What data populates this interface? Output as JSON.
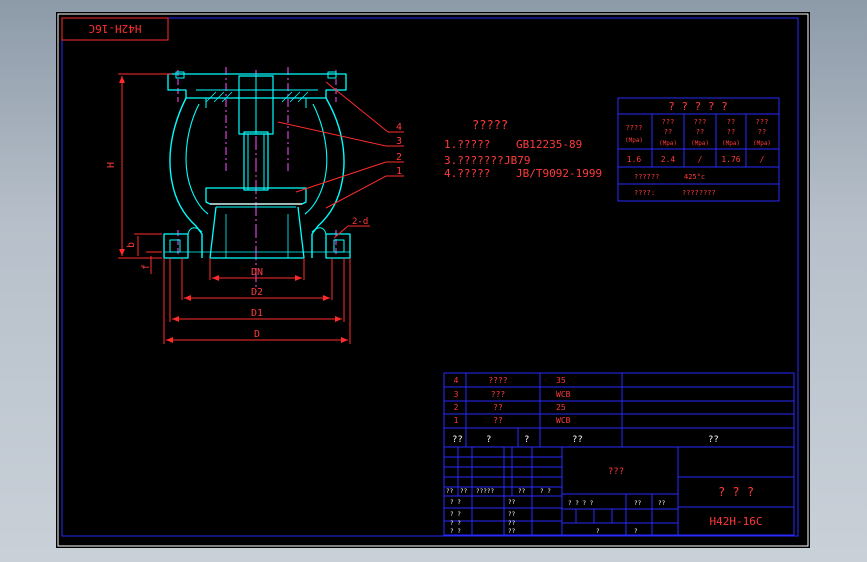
{
  "drawing": {
    "code_box": "H42H-16C",
    "notes": {
      "title": "?????",
      "lines": [
        {
          "num": "1.?????",
          "ref": "GB12235-89"
        },
        {
          "num": "3.???????",
          "ref": "JB79"
        },
        {
          "num": "4.?????",
          "ref": "JB/T9092-1999"
        }
      ]
    },
    "spec_table": {
      "title": "? ? ? ? ?",
      "headers": [
        {
          "l1": "????",
          "l2": "(Mpa)"
        },
        {
          "l1": "???",
          "l2": "??",
          "l3": "(Mpa)"
        },
        {
          "l1": "???",
          "l2": "??",
          "l3": "(Mpa)"
        },
        {
          "l1": "??",
          "l2": "??",
          "l3": "(Mpa)"
        },
        {
          "l1": "???",
          "l2": "??",
          "l3": "(Mpa)"
        }
      ],
      "values": [
        "1.6",
        "2.4",
        "/",
        "1.76",
        "/"
      ],
      "row1_label": "??????",
      "row1_value": "425°c",
      "row2_label": "????:",
      "row2_value": "????????"
    },
    "dims": {
      "H": "H",
      "b": "b",
      "f": "f",
      "DN": "DN",
      "D2": "D2",
      "D1": "D1",
      "D": "D",
      "holes": "2-d"
    },
    "leaders": [
      "4",
      "3",
      "2",
      "1"
    ],
    "parts": [
      {
        "no": "4",
        "name": "????",
        "material": "35"
      },
      {
        "no": "3",
        "name": "???",
        "material": "WCB"
      },
      {
        "no": "2",
        "name": "??",
        "material": "25"
      },
      {
        "no": "1",
        "name": "??",
        "material": "WCB"
      }
    ],
    "parts_header": {
      "no": "??",
      "name": "?",
      "qty": "?",
      "material": "??",
      "remark": "??"
    },
    "title_block": {
      "company": "???",
      "title": "? ? ?",
      "model": "H42H-16C",
      "row_a": [
        "??",
        "??",
        "?????",
        "??",
        "? ?"
      ],
      "row_b": [
        "? ?",
        "??"
      ],
      "row_c": [
        "? ?",
        "??"
      ],
      "row_d": [
        "? ?",
        "??"
      ],
      "row_e": [
        "? ?",
        "??"
      ],
      "stage_labels": [
        "? ? ? ?",
        "??",
        "??"
      ],
      "bottom_labels": [
        "?",
        "?"
      ]
    }
  }
}
